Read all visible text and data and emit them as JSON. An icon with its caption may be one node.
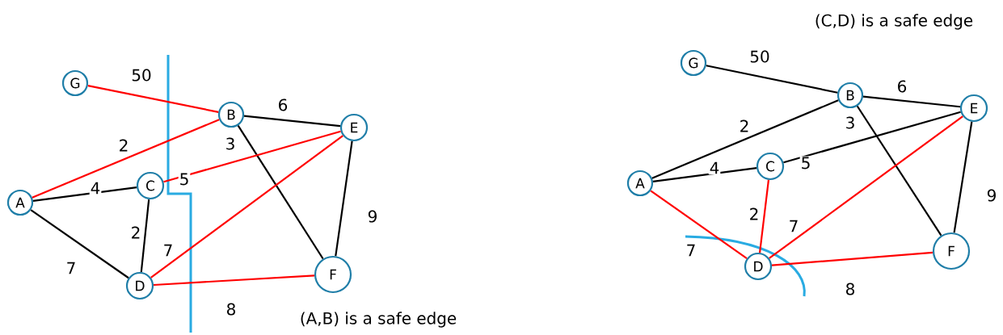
{
  "diagram": {
    "nodes": [
      {
        "text": [
          "G"
        ]
      },
      {
        "text": [
          "B"
        ]
      },
      {
        "text": [
          "E"
        ]
      },
      {
        "text": [
          "A"
        ]
      },
      {
        "text": [
          "C"
        ]
      },
      {
        "text": [
          "D"
        ]
      },
      {
        "text": [
          "F"
        ]
      },
      {
        "text": [
          "G"
        ]
      },
      {
        "text": [
          "B"
        ]
      },
      {
        "text": [
          "E"
        ]
      },
      {
        "text": [
          "A"
        ]
      },
      {
        "text": [
          "C"
        ]
      },
      {
        "text": [
          "D"
        ]
      },
      {
        "text": [
          "F"
        ]
      }
    ],
    "edges": [
      {
        "from": 0,
        "to": 1,
        "arrow": "none",
        "label": "50",
        "color": "#ff0000"
      },
      {
        "from": 1,
        "to": 2,
        "arrow": "none",
        "label": "6"
      },
      {
        "from": 3,
        "to": 1,
        "arrow": "none",
        "label": "2",
        "color": "#ff0000"
      },
      {
        "from": 1,
        "to": 6,
        "arrow": "none",
        "label": "3"
      },
      {
        "from": 4,
        "to": 2,
        "arrow": "none",
        "label": "5",
        "color": "#ff0000"
      },
      {
        "from": 3,
        "to": 4,
        "arrow": "none",
        "label": "4"
      },
      {
        "from": 4,
        "to": 5,
        "arrow": "none",
        "label": "2"
      },
      {
        "from": 3,
        "to": 5,
        "arrow": "none",
        "label": "7"
      },
      {
        "from": 5,
        "to": 2,
        "arrow": "none",
        "label": "7",
        "color": "#ff0000"
      },
      {
        "from": 2,
        "to": 6,
        "arrow": "none",
        "label": "9"
      },
      {
        "from": 5,
        "to": 6,
        "arrow": "none",
        "label": "8",
        "color": "#ff0000"
      },
      {
        "from": 7,
        "to": 8,
        "arrow": "none",
        "label": "50"
      },
      {
        "from": 8,
        "to": 9,
        "arrow": "none",
        "label": "6"
      },
      {
        "from": 10,
        "to": 8,
        "arrow": "none",
        "label": "2"
      },
      {
        "from": 8,
        "to": 13,
        "arrow": "none",
        "label": "3"
      },
      {
        "from": 11,
        "to": 9,
        "arrow": "none",
        "label": "5"
      },
      {
        "from": 10,
        "to": 11,
        "arrow": "none",
        "label": "4"
      },
      {
        "from": 11,
        "to": 12,
        "arrow": "none",
        "label": "2",
        "color": "#ff0000"
      },
      {
        "from": 10,
        "to": 12,
        "arrow": "none",
        "label": "7",
        "color": "#ff0000"
      },
      {
        "from": 12,
        "to": 9,
        "arrow": "none",
        "label": "7",
        "color": "#ff0000"
      },
      {
        "from": 9,
        "to": 13,
        "arrow": "none",
        "label": "9"
      },
      {
        "from": 12,
        "to": 13,
        "arrow": "none",
        "label": "8",
        "color": "#ff0000"
      }
    ],
    "labels": [
      "(C,D) is a safe edge",
      "(A,B) is a safe edge"
    ]
  }
}
